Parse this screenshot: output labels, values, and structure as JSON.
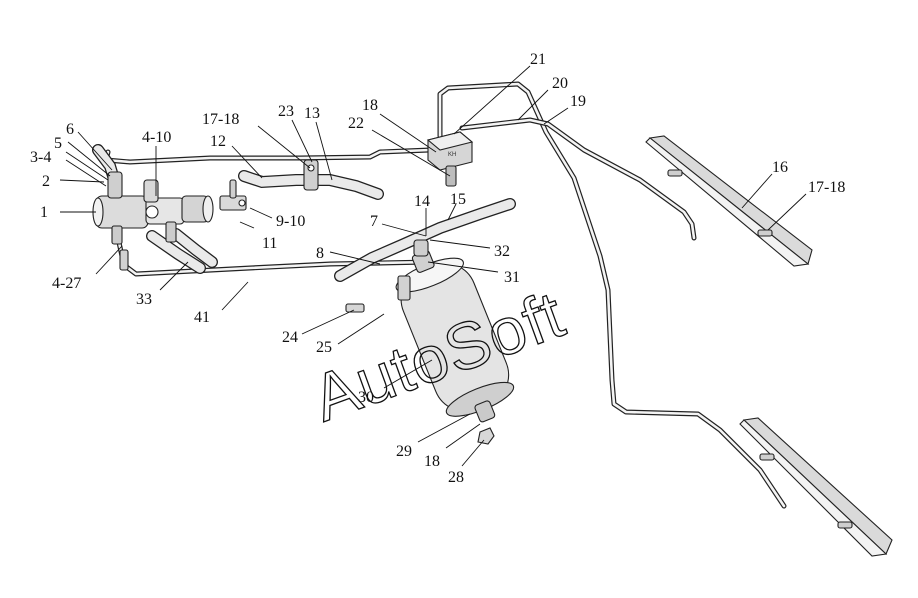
{
  "watermark": "AutoSoft",
  "callouts": [
    {
      "id": "c1",
      "text": "1"
    },
    {
      "id": "c2",
      "text": "2"
    },
    {
      "id": "c3-4",
      "text": "3-4"
    },
    {
      "id": "c5",
      "text": "5"
    },
    {
      "id": "c6",
      "text": "6"
    },
    {
      "id": "c4-10",
      "text": "4-10"
    },
    {
      "id": "c12",
      "text": "12"
    },
    {
      "id": "c17-18a",
      "text": "17-18"
    },
    {
      "id": "c23",
      "text": "23"
    },
    {
      "id": "c13",
      "text": "13"
    },
    {
      "id": "c18a",
      "text": "18"
    },
    {
      "id": "c22",
      "text": "22"
    },
    {
      "id": "c21",
      "text": "21"
    },
    {
      "id": "c20",
      "text": "20"
    },
    {
      "id": "c19",
      "text": "19"
    },
    {
      "id": "c16",
      "text": "16"
    },
    {
      "id": "c17-18b",
      "text": "17-18"
    },
    {
      "id": "c14",
      "text": "14"
    },
    {
      "id": "c15",
      "text": "15"
    },
    {
      "id": "c7",
      "text": "7"
    },
    {
      "id": "c32",
      "text": "32"
    },
    {
      "id": "c8",
      "text": "8"
    },
    {
      "id": "c31",
      "text": "31"
    },
    {
      "id": "c9-10",
      "text": "9-10"
    },
    {
      "id": "c11",
      "text": "11"
    },
    {
      "id": "c4-27",
      "text": "4-27"
    },
    {
      "id": "c33",
      "text": "33"
    },
    {
      "id": "c41",
      "text": "41"
    },
    {
      "id": "c24",
      "text": "24"
    },
    {
      "id": "c25",
      "text": "25"
    },
    {
      "id": "c30",
      "text": "30"
    },
    {
      "id": "c29",
      "text": "29"
    },
    {
      "id": "c18b",
      "text": "18"
    },
    {
      "id": "c28",
      "text": "28"
    }
  ]
}
